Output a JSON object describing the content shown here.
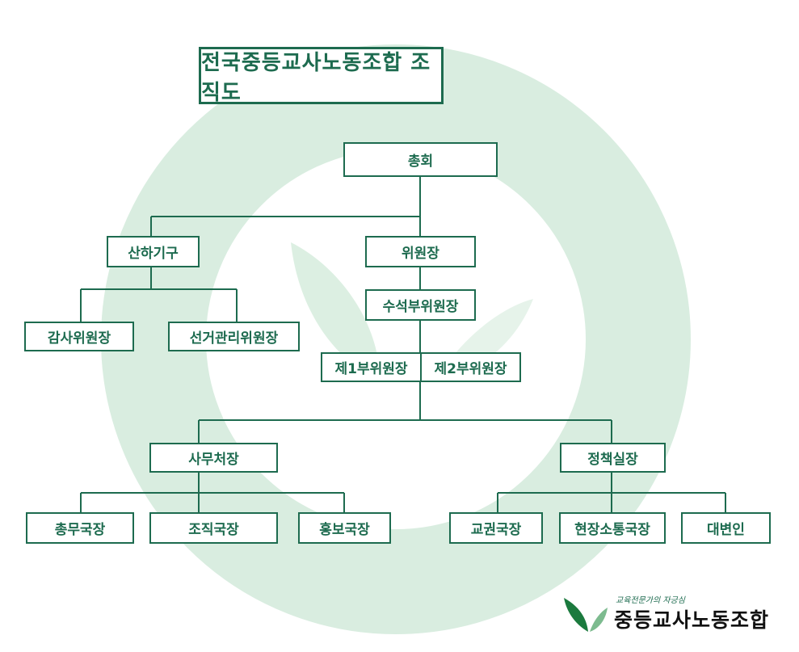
{
  "title": "전국중등교사노동조합  조직도",
  "nodes": {
    "general_assembly": "총회",
    "affiliated_bodies": "산하기구",
    "chair": "위원장",
    "senior_vice_chair": "수석부위원장",
    "audit_committee": "감사위원장",
    "election_committee": "선거관리위원장",
    "vice_chair_1": "제1부위원장",
    "vice_chair_2": "제2부위원장",
    "secretary_general": "사무처장",
    "policy_director": "정책실장",
    "general_affairs": "총무국장",
    "organization": "조직국장",
    "public_relations": "홍보국장",
    "teacher_rights": "교권국장",
    "field_communication": "현장소통국장",
    "spokesperson": "대변인"
  },
  "logo": {
    "slogan": "교육전문가의 자긍심",
    "name": "중등교사노동조합"
  },
  "colors": {
    "primary": "#1d6b4f",
    "watermark": "#d6ebdd"
  }
}
